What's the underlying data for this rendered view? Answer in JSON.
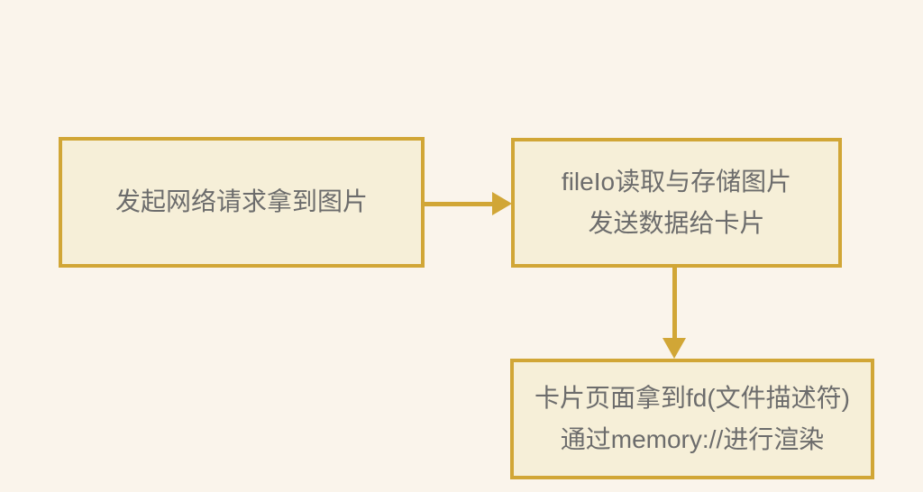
{
  "diagram": {
    "type": "flowchart",
    "colors": {
      "background": "#faf4eb",
      "node_fill": "#f6efd8",
      "node_border": "#d1a636",
      "arrow": "#d1a636",
      "text": "#6c6c6c"
    },
    "nodes": [
      {
        "id": "network-request",
        "lines": [
          "发起网络请求拿到图片"
        ]
      },
      {
        "id": "fileio-store",
        "lines": [
          "fileIo读取与存储图片",
          "发送数据给卡片"
        ]
      },
      {
        "id": "card-render",
        "lines": [
          "卡片页面拿到fd(文件描述符)",
          "通过memory://进行渲染"
        ]
      }
    ],
    "edges": [
      {
        "from": "network-request",
        "to": "fileio-store",
        "direction": "right",
        "style": "solid-arrow"
      },
      {
        "from": "fileio-store",
        "to": "card-render",
        "direction": "down",
        "style": "solid-arrow"
      }
    ]
  }
}
